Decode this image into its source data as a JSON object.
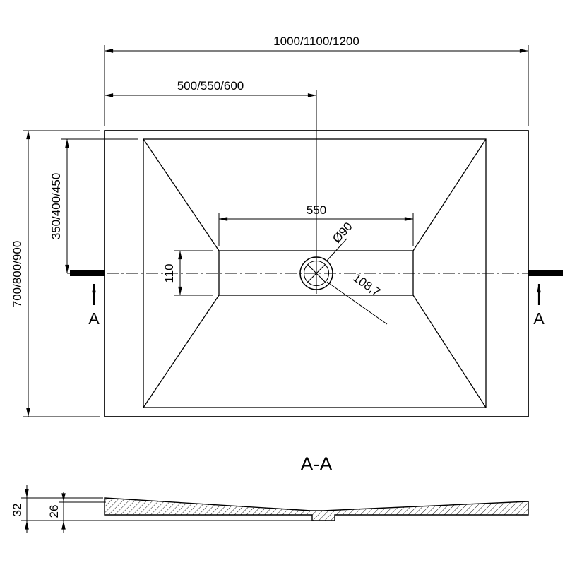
{
  "colors": {
    "line": "#000000",
    "background": "#ffffff"
  },
  "top_view": {
    "dims": {
      "overall_width": "1000/1100/1200",
      "drain_offset_x": "500/550/600",
      "overall_depth": "700/800/900",
      "drain_offset_y": "350/400/450",
      "channel_width": "550",
      "channel_depth": "110",
      "drain_diameter": "Ø90",
      "drain_diagonal": "108,7"
    },
    "section_marker_left": "A",
    "section_marker_right": "A"
  },
  "section_view": {
    "title": "A-A",
    "dims": {
      "total_height": "32",
      "edge_height": "26"
    }
  }
}
